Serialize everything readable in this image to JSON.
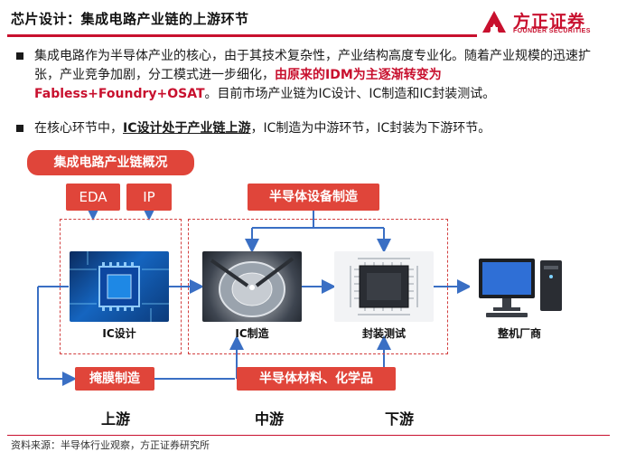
{
  "header": {
    "title": "芯片设计：集成电路产业链的上游环节",
    "logo_cn": "方正证券",
    "logo_en": "FOUNDER SECURITIES"
  },
  "bullets": {
    "b1_part1": "集成电路作为半导体产业的核心，由于其技术复杂性，产业结构高度专业化。随着产业规模的迅速扩张，产业竞争加剧，分工模式进一步细化，",
    "b1_red": "由原来的IDM为主逐渐转变为Fabless+Foundry+OSAT",
    "b1_part2": "。目前市场产业链为IC设计、IC制造和IC封装测试。",
    "b2_part1": "在核心环节中，",
    "b2_underline": "IC设计处于产业链上游",
    "b2_part2": "，IC制造为中游环节，IC封装为下游环节。"
  },
  "diagram": {
    "title": "集成电路产业链概况",
    "eda": "EDA",
    "ip": "IP",
    "equipment": "半导体设备制造",
    "film": "掩膜制造",
    "materials": "半导体材料、化学品",
    "nodes": {
      "ic_design": "IC设计",
      "ic_fab": "IC制造",
      "packaging": "封装测试",
      "system": "整机厂商"
    },
    "stages": {
      "upstream": "上游",
      "midstream": "中游",
      "downstream": "下游"
    }
  },
  "footer": {
    "source": "资料来源：半导体行业观察，方正证券研究所"
  },
  "colors": {
    "brand_red": "#c8102e",
    "box_red": "#e0453a",
    "arrow_blue": "#3a6fc4",
    "dash_red": "#d24040"
  }
}
